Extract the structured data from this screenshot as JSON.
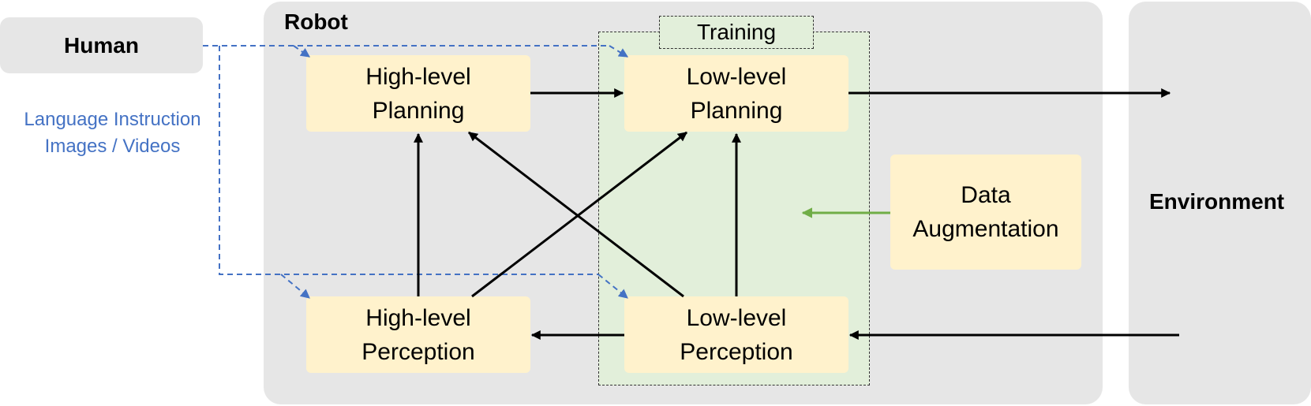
{
  "human": {
    "label": "Human"
  },
  "robot": {
    "label": "Robot"
  },
  "environment": {
    "label": "Environment"
  },
  "training": {
    "label": "Training"
  },
  "input_note": {
    "line1": "Language Instruction",
    "line2": "Images / Videos"
  },
  "nodes": {
    "high_level_planning": {
      "line1": "High-level",
      "line2": "Planning"
    },
    "low_level_planning": {
      "line1": "Low-level",
      "line2": "Planning"
    },
    "high_level_perception": {
      "line1": "High-level",
      "line2": "Perception"
    },
    "low_level_perception": {
      "line1": "Low-level",
      "line2": "Perception"
    },
    "data_augmentation": {
      "line1": "Data",
      "line2": "Augmentation"
    }
  },
  "colors": {
    "panel": "#e6e6e6",
    "node_fill": "#fff2cc",
    "training_fill": "#e2efda",
    "dashed_link": "#4472c4",
    "augmentation_arrow": "#70ad47",
    "arrow": "#000000"
  }
}
